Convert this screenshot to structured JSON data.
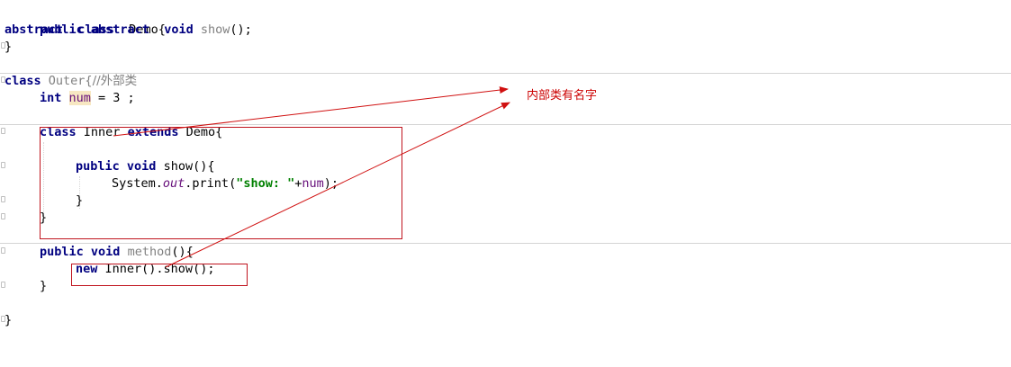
{
  "code": {
    "line1": {
      "k1": "abstract",
      "k2": "class",
      "name": "Demo",
      "brace": "{"
    },
    "line2": {
      "k1": "public",
      "k2": "abstract",
      "k3": "void",
      "method": "show",
      "rest": "();"
    },
    "line3": {
      "brace": "}"
    },
    "line4": {
      "k1": "class",
      "name": "Outer",
      "brace": "{",
      "comment": "//外部类"
    },
    "line5": {
      "type": "int",
      "var": "num",
      "rest": " = 3 ;"
    },
    "line6": {
      "k1": "class",
      "name": "Inner",
      "k2": "extends",
      "parent": "Demo",
      "brace": "{"
    },
    "line7": {
      "k1": "public",
      "k2": "void",
      "method": "show",
      "rest": "(){"
    },
    "line8": {
      "obj": "System.",
      "field": "out",
      "call": ".print(",
      "str": "\"show: \"",
      "plus": "+",
      "var": "num",
      "end": ");"
    },
    "line9": {
      "brace": "}"
    },
    "line10": {
      "brace": "}"
    },
    "line11": {
      "k1": "public",
      "k2": "void",
      "method": "method",
      "rest": "(){"
    },
    "line12": {
      "k1": "new",
      "expr": "Inner().show();"
    },
    "line13": {
      "brace": "}"
    },
    "line14": {
      "brace": "}"
    }
  },
  "annotation": {
    "label": "内部类有名字",
    "color": "#cc0000"
  },
  "colors": {
    "keyword": "#000080",
    "string": "#008000",
    "field": "#660e7a",
    "comment": "#808080",
    "box": "#c0141e"
  }
}
